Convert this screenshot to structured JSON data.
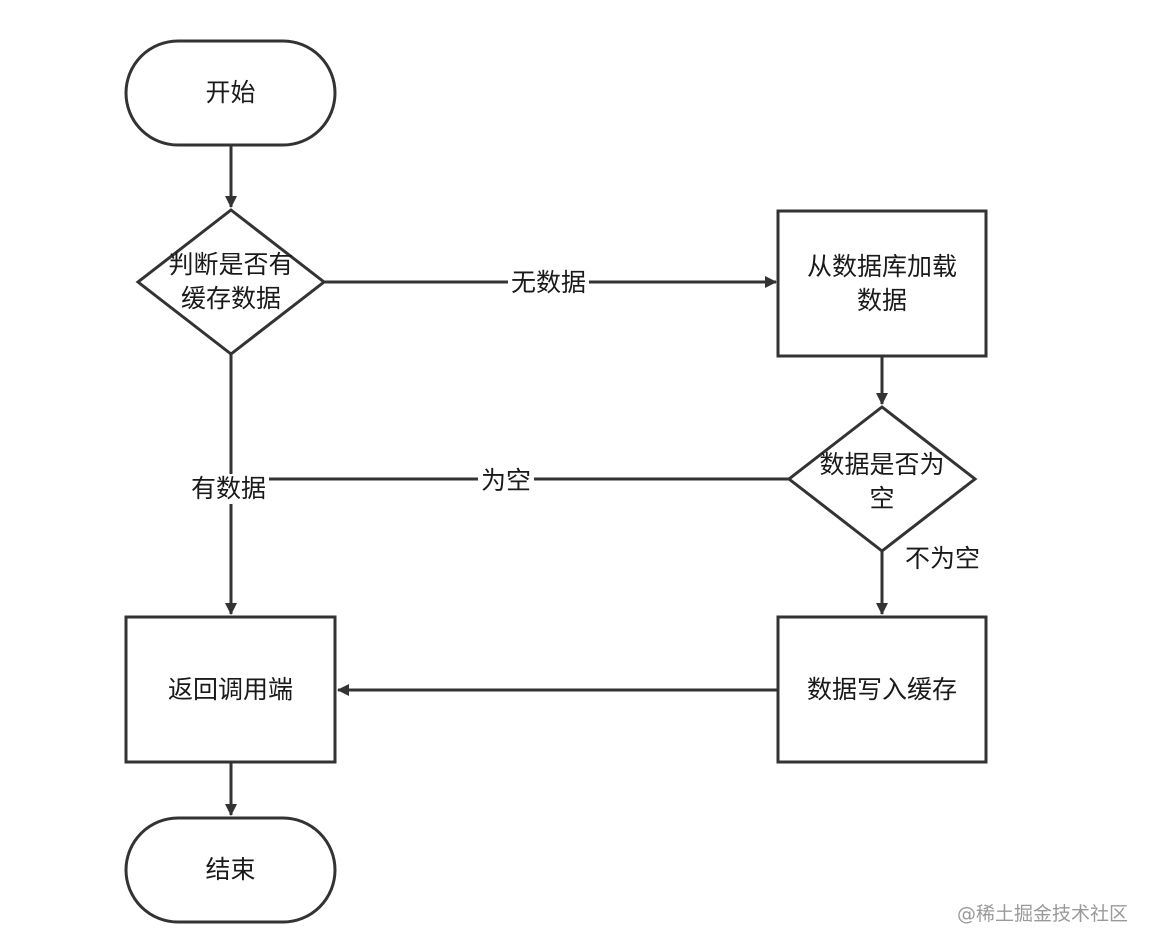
{
  "nodes": {
    "start": "开始",
    "check_cache": "判断是否有\n缓存数据",
    "load_db": "从数据库加载\n数据",
    "check_empty": "数据是否为\n空",
    "write_cache": "数据写入缓存",
    "return_caller": "返回调用端",
    "end": "结束"
  },
  "edges": {
    "no_data": "无数据",
    "has_data": "有数据",
    "is_empty": "为空",
    "not_empty": "不为空"
  },
  "watermark": "@稀土掘金技术社区",
  "colors": {
    "stroke": "#333333",
    "text": "#1a1a1a",
    "watermark": "#9a9a9a"
  }
}
